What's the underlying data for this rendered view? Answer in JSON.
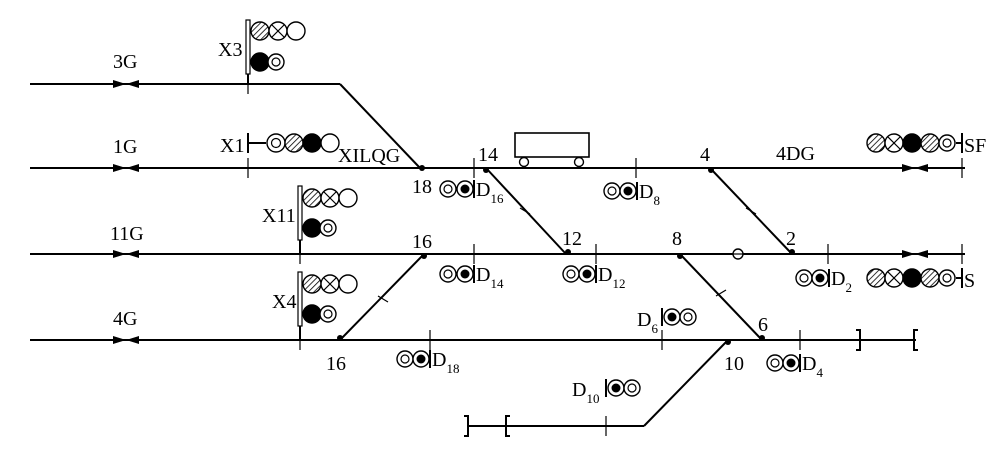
{
  "diagram": {
    "tracks": {
      "t3g": "3G",
      "t1g": "1G",
      "t11g": "11G",
      "t4g": "4G",
      "t4dg": "4DG",
      "xilqg": "XILQG"
    },
    "signals": {
      "x3": "X3",
      "x1": "X1",
      "x11": "X11",
      "x4": "X4",
      "sf": "SF",
      "s": "S"
    },
    "switches": {
      "sw18": "18",
      "sw14": "14",
      "sw4": "4",
      "sw16a": "16",
      "sw12": "12",
      "sw8": "8",
      "sw2": "2",
      "sw16b": "16",
      "sw6": "6",
      "sw10": "10"
    },
    "shunting": {
      "d16": {
        "base": "D",
        "sub": "16"
      },
      "d8": {
        "base": "D",
        "sub": "8"
      },
      "d14": {
        "base": "D",
        "sub": "14"
      },
      "d12": {
        "base": "D",
        "sub": "12"
      },
      "d2": {
        "base": "D",
        "sub": "2"
      },
      "d6": {
        "base": "D",
        "sub": "6"
      },
      "d18": {
        "base": "D",
        "sub": "18"
      },
      "d4": {
        "base": "D",
        "sub": "4"
      },
      "d10": {
        "base": "D",
        "sub": "10"
      }
    }
  }
}
